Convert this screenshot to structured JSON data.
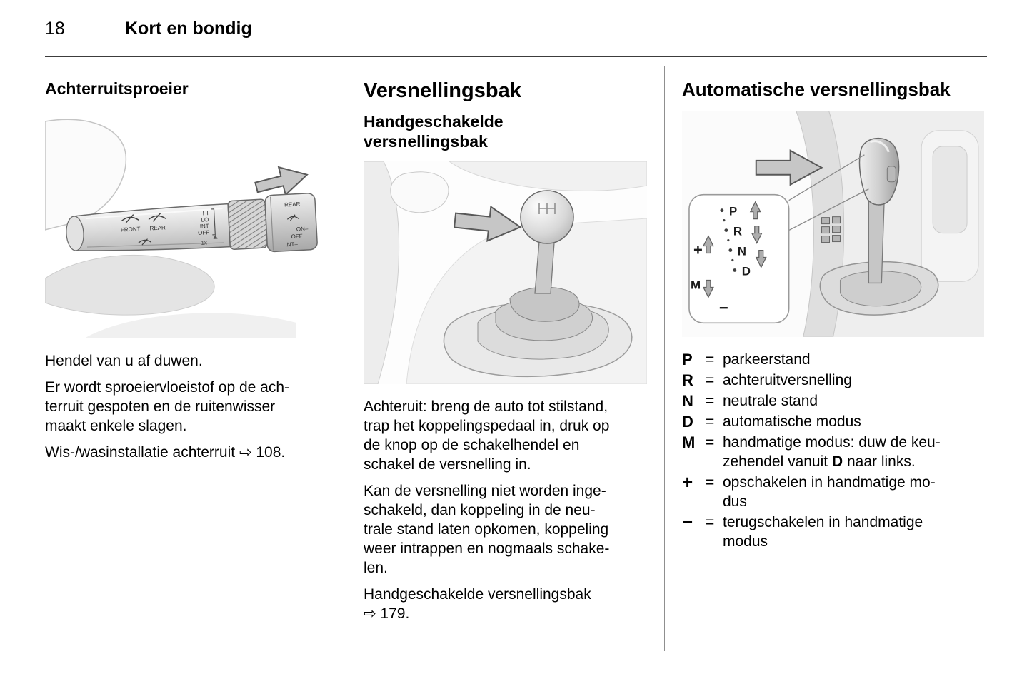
{
  "header": {
    "page_number": "18",
    "chapter_title": "Kort en bondig"
  },
  "rear_washer": {
    "heading": "Achterruitsproeier",
    "body": [
      "Hendel van u af duwen.",
      "Er wordt sproeiervloeistof op de ach-\nterruit gespoten en de ruitenwisser\nmaakt enkele slagen.",
      "Wis-/wasinstallatie achterruit ⇨ 108."
    ],
    "illustration": {
      "front_label": "FRONT",
      "rear_label": "REAR",
      "speed_labels": [
        "HI",
        "LO",
        "INT",
        "OFF"
      ],
      "once_label": "1x",
      "endcap_rear_label": "REAR",
      "endcap_on_label": "ON–",
      "endcap_off_label": "OFF",
      "endcap_int_label": "INT–"
    }
  },
  "gearbox": {
    "heading": "Versnellingsbak",
    "subheading": "Handgeschakelde\nversnellingsbak",
    "body": [
      "Achteruit: breng de auto tot stilstand,\ntrap het koppelingspedaal in, druk op\nde knop op de schakelhendel en\nschakel de versnelling in.",
      "Kan de versnelling niet worden inge-\nschakeld, dan koppeling in de neu-\ntrale stand laten opkomen, koppeling\nweer intrappen en nogmaals schake-\nlen.",
      "Handgeschakelde versnellingsbak\n⇨ 179."
    ]
  },
  "automatic": {
    "heading": "Automatische versnellingsbak",
    "gate": {
      "p": "P",
      "r": "R",
      "n": "N",
      "d": "D",
      "m": "M",
      "plus": "+",
      "minus": "−"
    },
    "legend": [
      {
        "symbol": "P",
        "eq": "=",
        "text": "parkeerstand"
      },
      {
        "symbol": "R",
        "eq": "=",
        "text": "achteruitversnelling"
      },
      {
        "symbol": "N",
        "eq": "=",
        "text": "neutrale stand"
      },
      {
        "symbol": "D",
        "eq": "=",
        "text": "automatische modus"
      },
      {
        "symbol": "M",
        "eq": "=",
        "text_pre": "handmatige modus: duw de keu-\nzehendel vanuit ",
        "text_bold": "D",
        "text_post": " naar links."
      },
      {
        "symbol": "+",
        "eq": "=",
        "text": "opschakelen in handmatige mo-\ndus"
      },
      {
        "symbol": "−",
        "eq": "=",
        "text": "terugschakelen in handmatige\nmodus"
      }
    ]
  }
}
